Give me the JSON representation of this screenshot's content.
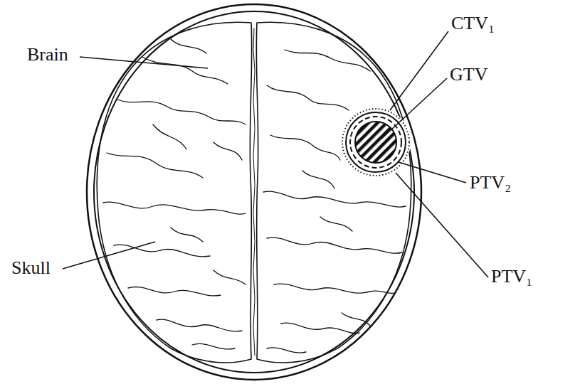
{
  "diagram": {
    "labels": [
      "Brain",
      "Skull",
      "CTV₁",
      "GTV",
      "PTV₂",
      "PTV₁"
    ]
  }
}
